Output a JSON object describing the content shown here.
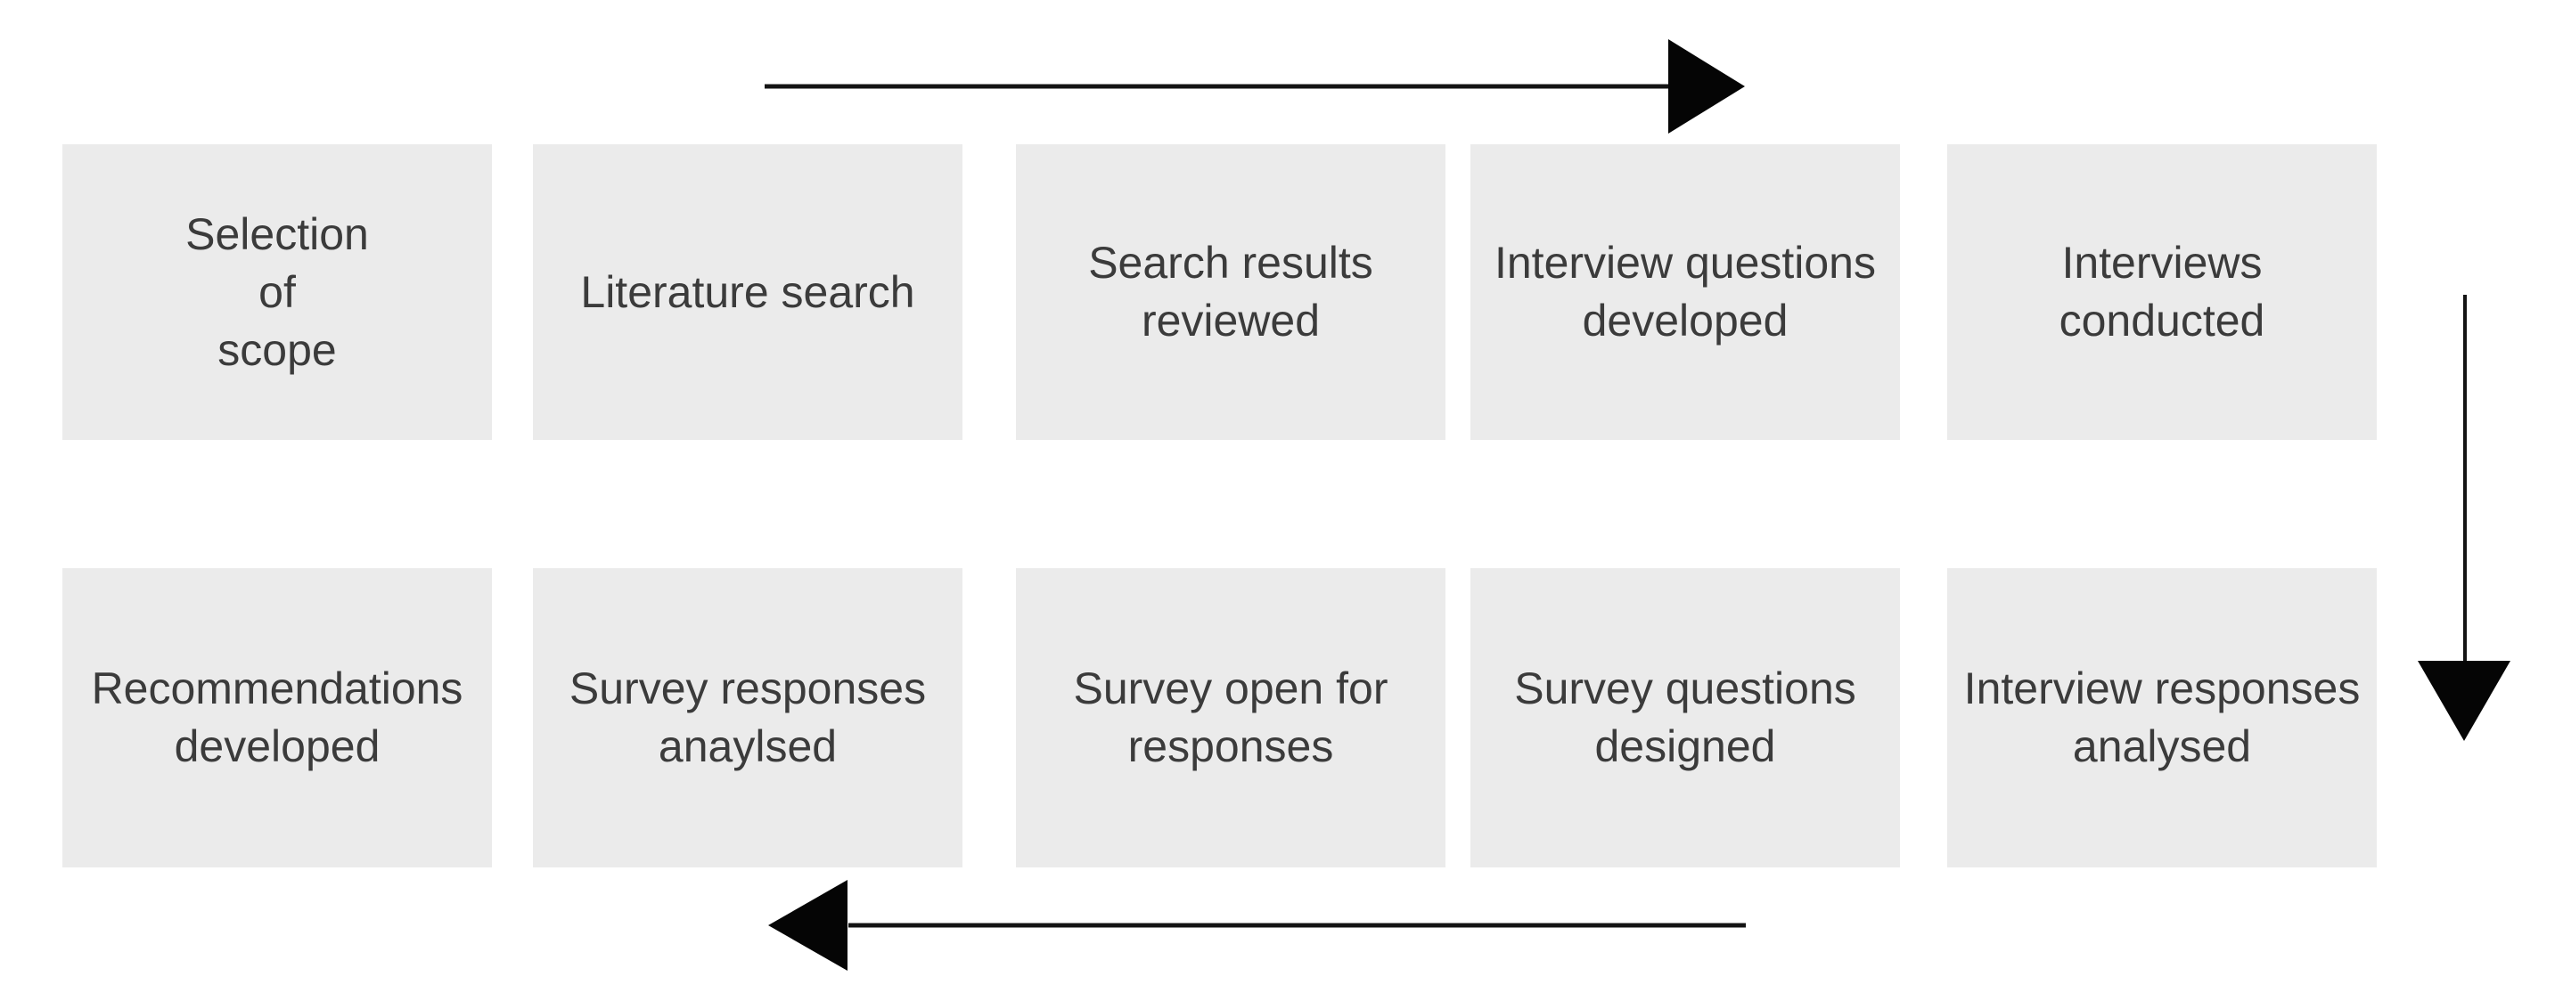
{
  "diagram": {
    "type": "process-flow",
    "background_color": "#ffffff",
    "box_fill_color": "#ebebeb",
    "text_color": "#3b3b3b",
    "arrow_color": "#000000",
    "rows": {
      "top": {
        "flow_direction": "left-to-right",
        "steps": [
          "Selection\nof\nscope",
          "Literature search",
          "Search results\nreviewed",
          "Interview questions\ndeveloped",
          "Interviews\nconducted"
        ]
      },
      "bottom": {
        "flow_direction": "right-to-left",
        "steps": [
          "Recommendations\ndeveloped",
          "Survey responses\nanaylsed",
          "Survey open for\nresponses",
          "Survey questions\ndesigned",
          "Interview responses\nanalysed"
        ]
      }
    },
    "arrows": [
      {
        "id": "top",
        "direction": "right"
      },
      {
        "id": "right",
        "direction": "down"
      },
      {
        "id": "bottom",
        "direction": "left"
      }
    ]
  }
}
